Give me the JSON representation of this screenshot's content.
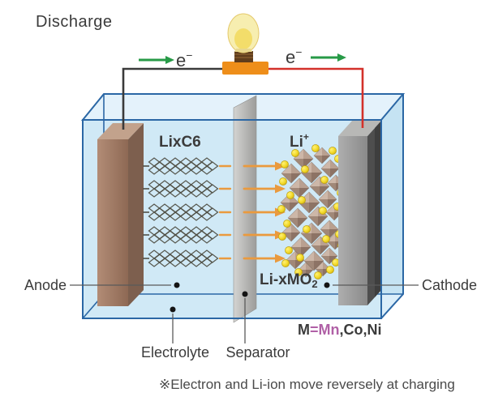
{
  "title": "Discharge",
  "circuit": {
    "left_electron": {
      "base": "e",
      "sup": "−"
    },
    "right_electron": {
      "base": "e",
      "sup": "−"
    }
  },
  "cell": {
    "anode_material_label": "LixC6",
    "li_ion": {
      "base": "Li",
      "sup": "+"
    },
    "cathode_material": {
      "base": "Li-xMO",
      "sub": "2"
    },
    "anode_label": "Anode",
    "cathode_label": "Cathode",
    "electrolyte_label": "Electrolyte",
    "separator_label": "Separator"
  },
  "legend": {
    "m": "M",
    "eq_mn": "=Mn",
    "rest": ",Co,Ni"
  },
  "footnote": "※Electron and Li-ion move reversely at charging",
  "colors": {
    "container_outline": "#2b67a5",
    "container_fill": "#d2ebf7",
    "anode_brown": "#a8806c",
    "cathode_gray": "#9a9a9a",
    "separator_gray": "#b5b5b3",
    "wire_black": "#3a3a3a",
    "wire_red": "#d3312a",
    "electron_green": "#279a47",
    "ion_orange": "#ea9a3e",
    "graphite": "#505046",
    "octahedron_light": "#cdb7a8",
    "octahedron_dark": "#8d7365",
    "li_yellow": "#f2d929",
    "bulb_yellow": "#f7eeb0",
    "bulb_base_orange": "#ee8e1a",
    "mn_purple": "#b060a6",
    "text_dark": "#3b3b3b"
  }
}
